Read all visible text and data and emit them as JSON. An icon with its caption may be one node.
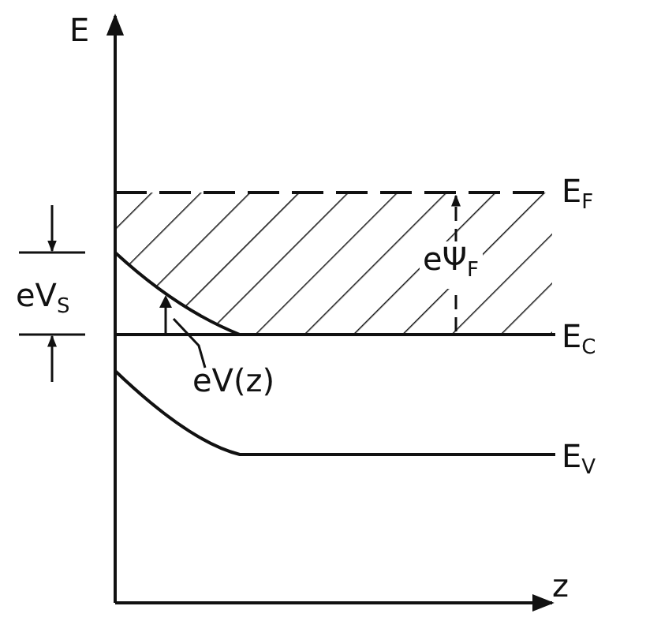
{
  "diagram": {
    "nodes": [
      {
        "text": [
          "eV(z)"
        ]
      },
      {
        "text": [],
        "shape": "arrow"
      }
    ],
    "edges": [
      {
        "from": 0,
        "to": 1,
        "arrow": "none"
      }
    ],
    "labels": [
      "E",
      "E$_{F}$",
      "eV$_{S}$",
      "eΨ$_{F}$",
      "E$_{C}$",
      "E$_{V}$",
      "z"
    ]
  }
}
